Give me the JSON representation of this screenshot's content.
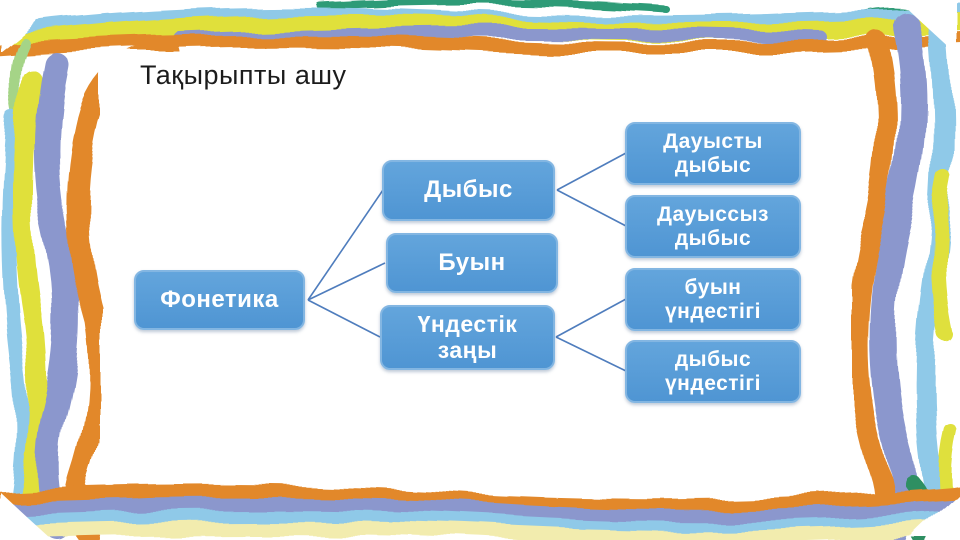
{
  "slide": {
    "title": "Тақырыпты ашу"
  },
  "diagram": {
    "root": {
      "label": "Фонетика"
    },
    "branches": [
      {
        "label": "Дыбыс",
        "children": [
          {
            "label": "Дауысты дыбыс"
          },
          {
            "label": "Дауыссыз дыбыс"
          }
        ]
      },
      {
        "label": "Буын",
        "children": []
      },
      {
        "label": "Үндестік заңы",
        "children": [
          {
            "label": "буын үндестігі"
          },
          {
            "label": "дыбыс үндестігі"
          }
        ]
      }
    ]
  },
  "colors": {
    "node_fill": "#529bd7",
    "node_border": "#83b6e2",
    "node_text": "#ffffff",
    "connector": "#4f7dbd",
    "frame_orange": "#e2882a",
    "frame_periwinkle": "#8b97cd",
    "frame_yellow": "#e0e03a",
    "frame_light_blue": "#8fc9e8",
    "frame_pale_yellow": "#f2ecae",
    "frame_teal": "#2f9b77",
    "frame_green": "#2e8f62",
    "background": "#ffffff"
  }
}
